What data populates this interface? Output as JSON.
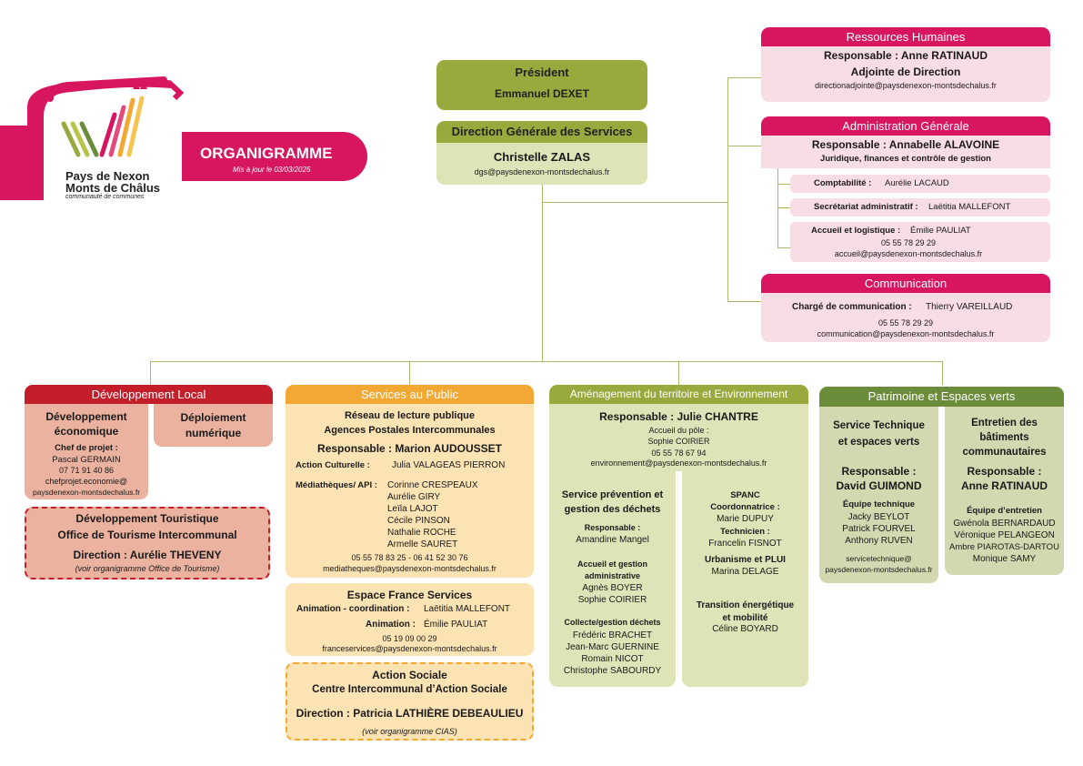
{
  "logo": {
    "name_line1": "Pays de Nexon",
    "name_line2": "Monts de Châlus",
    "tagline": "communauté de communes"
  },
  "banner": {
    "title": "ORGANIGRAMME",
    "updated": "Mis à jour le 03/03/2025"
  },
  "president": {
    "title": "Président",
    "name": "Emmanuel DEXET"
  },
  "dgs": {
    "title": "Direction Générale des Services",
    "name": "Christelle ZALAS",
    "email": "dgs@paysdenexon-montsdechalus.fr"
  },
  "rh": {
    "title": "Ressources Humaines",
    "line1": "Responsable : Anne RATINAUD",
    "line2": "Adjointe de Direction",
    "email": "directionadjointe@paysdenexon-montsdechalus.fr"
  },
  "admin": {
    "title": "Administration Générale",
    "line1": "Responsable : Annabelle ALAVOINE",
    "line2": "Juridique, finances et contrôle de gestion",
    "compta_label": "Comptabilité :",
    "compta_name": "Aurélie LACAUD",
    "secr_label": "Secrétariat administratif :",
    "secr_name": "Laëtitia MALLEFONT",
    "accueil_label": "Accueil et logistique :",
    "accueil_name": "Émilie PAULIAT",
    "accueil_phone": "05 55 78 29 29",
    "accueil_email": "accueil@paysdenexon-montsdechalus.fr"
  },
  "comm": {
    "title": "Communication",
    "label": "Chargé de communication :",
    "name": "Thierry VAREILLAUD",
    "phone": "05 55 78 29 29",
    "email": "communication@paysdenexon-montsdechalus.fr"
  },
  "dev": {
    "title": "Développement Local",
    "eco_title1": "Développement",
    "eco_title2": "économique",
    "eco_role": "Chef de projet :",
    "eco_name": "Pascal GERMAIN",
    "eco_phone": "07 71 91 40 86",
    "eco_email1": "chefprojet.economie@",
    "eco_email2": "paysdenexon-montsdechalus.fr",
    "num_title1": "Déploiement",
    "num_title2": "numérique",
    "tour_line1": "Développement Touristique",
    "tour_line2": "Office de Tourisme Intercommunal",
    "tour_line3": "Direction : Aurélie THEVENY",
    "tour_note": "(voir organigramme Office de Tourisme)"
  },
  "public": {
    "title": "Services au Public",
    "l1": "Réseau de lecture publique",
    "l2": "Agences Postales Intercommunales",
    "l3": "Responsable : Marion AUDOUSSET",
    "ac_label": "Action Culturelle :",
    "ac_name": "Julia VALAGEAS PIERRON",
    "med_label": "Médiathèques/ API :",
    "med_names": [
      "Corinne CRESPEAUX",
      "Aurélie GIRY",
      "Leïla LAJOT",
      "Cécile PINSON",
      "Nathalie ROCHE",
      "Armelle SAURET"
    ],
    "med_phone": "05 55 78 83 25  - 06 41 52 30 76",
    "med_email": "mediatheques@paysdenexon-montsdechalus.fr",
    "efs_title": "Espace France Services",
    "efs_anim_coord_label": "Animation - coordination :",
    "efs_anim_coord_name": "Laëtitia MALLEFONT",
    "efs_anim_label": "Animation :",
    "efs_anim_name": "Émilie PAULIAT",
    "efs_phone": "05 19 09 00 29",
    "efs_email": "franceservices@paysdenexon-montsdechalus.fr",
    "as_l1": "Action Sociale",
    "as_l2": "Centre Intercommunal d’Action Sociale",
    "as_l3": "Direction : Patricia LATHIÈRE DEBEAULIEU",
    "as_note": "(voir organigramme CIAS)"
  },
  "amenag": {
    "title": "Aménagement du territoire et Environnement",
    "resp": "Responsable : Julie CHANTRE",
    "accueil_label": "Accueil du pôle :",
    "accueil_name": "Sophie COIRIER",
    "phone": "05 55 78 67 94",
    "email": "environnement@paysdenexon-montsdechalus.fr",
    "dech_title1": "Service prévention et",
    "dech_title2": "gestion des déchets",
    "dech_resp_label": "Responsable :",
    "dech_resp_name": "Amandine Mangel",
    "dech_acc1": "Accueil et gestion",
    "dech_acc2": "administrative",
    "dech_acc_names": [
      "Agnès BOYER",
      "Sophie COIRIER"
    ],
    "dech_coll": "Collecte/gestion déchets",
    "dech_coll_names": [
      "Frédéric BRACHET",
      "Jean-Marc GUERNINE",
      "Romain NICOT",
      "Christophe SABOURDY"
    ],
    "spanc": "SPANC",
    "spanc_coord_label": "Coordonnatrice :",
    "spanc_coord_name": "Marie DUPUY",
    "spanc_tech_label": "Technicien :",
    "spanc_tech_name": "Francelin FISNOT",
    "urba": "Urbanisme et PLUI",
    "urba_name": "Marina DELAGE",
    "trans1": "Transition énergétique",
    "trans2": "et mobilité",
    "trans_name": "Céline BOYARD"
  },
  "patri": {
    "title": "Patrimoine et Espaces verts",
    "st1": "Service Technique",
    "st2": "et espaces verts",
    "st_resp1": "Responsable :",
    "st_resp2": "David GUIMOND",
    "st_team": "Équipe technique",
    "st_names": [
      "Jacky BEYLOT",
      "Patrick FOURVEL",
      "Anthony RUVEN"
    ],
    "st_email1": "servicetechnique@",
    "st_email2": "paysdenexon-montsdechalus.fr",
    "eb1": "Entretien des",
    "eb2": "bâtiments",
    "eb3": "communautaires",
    "eb_resp1": "Responsable :",
    "eb_resp2": "Anne RATINAUD",
    "eb_team": "Équipe d’entretien",
    "eb_names": [
      "Gwénola BERNARDAUD",
      "Véronique PELANGEON",
      "Ambre PIAROTAS-DARTOU",
      "Monique SAMY"
    ]
  },
  "colors": {
    "olive": "#9aa93e",
    "olive_light": "#dfe3b8",
    "pink": "#d8155f",
    "pink_light": "#f9dde4",
    "red": "#c41e2a",
    "salmon": "#eab29f",
    "orange": "#f2a832",
    "orange_light": "#fce3b4",
    "green": "#6a8c3b",
    "green_light": "#d4d8b0"
  }
}
